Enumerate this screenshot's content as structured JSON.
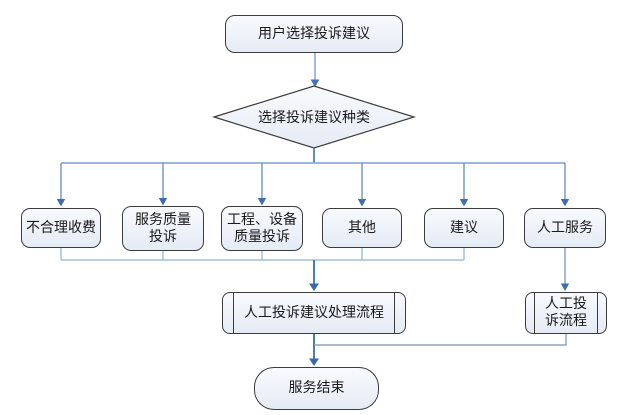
{
  "diagram": {
    "type": "flowchart",
    "colors": {
      "background": "#ffffff",
      "shape_fill_top": "#f8fafd",
      "shape_fill_bottom": "#e5ebf5",
      "shape_border": "#3c3c3c",
      "connector_main_blue": "#4a7cba",
      "connector_light_blue": "#8fb0d9",
      "connector_medium_blue": "#7b9fd0",
      "connector_gray_blue": "#7a90b5",
      "arrow_head": "#3f6eae",
      "text": "#1a1a1a"
    },
    "nodes": {
      "start": {
        "shape": "terminator",
        "label": "用户选择投诉建议"
      },
      "decision": {
        "shape": "decision",
        "label": "选择投诉建议种类"
      },
      "unreasonable_fee": {
        "shape": "process",
        "label": "不合理收费"
      },
      "service_quality": {
        "shape": "process",
        "label": "服务质量\n投诉"
      },
      "engineering_equipment": {
        "shape": "process",
        "label": "工程、设备\n质量投诉"
      },
      "other": {
        "shape": "process",
        "label": "其他"
      },
      "suggestion": {
        "shape": "process",
        "label": "建议"
      },
      "manual_service": {
        "shape": "process",
        "label": "人工服务"
      },
      "manual_handling_process": {
        "shape": "predefined-process",
        "label": "人工投诉建议处理流程"
      },
      "manual_complaint_process": {
        "shape": "predefined-process",
        "label": "人工投\n诉流程"
      },
      "end": {
        "shape": "terminator",
        "label": "服务结束"
      }
    },
    "edges": [
      {
        "from": "start",
        "to": "decision"
      },
      {
        "from": "decision",
        "to": "unreasonable_fee"
      },
      {
        "from": "decision",
        "to": "service_quality"
      },
      {
        "from": "decision",
        "to": "engineering_equipment"
      },
      {
        "from": "decision",
        "to": "other"
      },
      {
        "from": "decision",
        "to": "suggestion"
      },
      {
        "from": "decision",
        "to": "manual_service"
      },
      {
        "from": "unreasonable_fee",
        "to": "manual_handling_process"
      },
      {
        "from": "service_quality",
        "to": "manual_handling_process"
      },
      {
        "from": "engineering_equipment",
        "to": "manual_handling_process"
      },
      {
        "from": "other",
        "to": "manual_handling_process"
      },
      {
        "from": "suggestion",
        "to": "manual_handling_process"
      },
      {
        "from": "manual_service",
        "to": "manual_complaint_process"
      },
      {
        "from": "manual_handling_process",
        "to": "end"
      },
      {
        "from": "manual_complaint_process",
        "to": "end"
      }
    ]
  }
}
